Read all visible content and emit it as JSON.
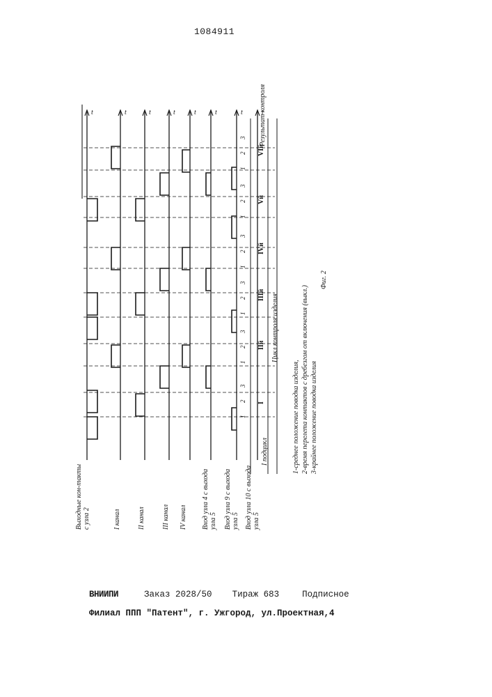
{
  "header": {
    "patent_number": "1084911"
  },
  "diagram": {
    "channels": [
      "Выходные кон-такты с узла 2",
      "I канал",
      "II канал",
      "III канал",
      "IV канал",
      "Вход узла 4 с выхода узла 5",
      "Вход узла 9 с выхода узла 5",
      "Вход узла 10 с выхода узла 5"
    ],
    "time_axis_label": "t",
    "subcycles": [
      "I",
      "II",
      "III",
      "IV",
      "V",
      "VI"
    ],
    "phase_numbers": [
      "1",
      "2",
      "3"
    ],
    "first_subcycle_label": "I подцикл",
    "control_cycle_label": "Цикл контроля изделия",
    "result_label": "Результат контроля",
    "figure_caption": "Фиг. 2"
  },
  "legend": [
    "1-среднее положение поводка изделия,",
    "2-время перелета контактов с дребезгом от включения (выкл.)",
    "3-крайнее положение поводка изделия"
  ],
  "footer": {
    "publisher": "ВНИИПИ",
    "order": "Заказ 2028/50",
    "print_run": "Тираж 683",
    "subscription": "Подписное",
    "branch": "Филиал ППП \"Патент\", г. Ужгород, ул.Проектная,4"
  }
}
